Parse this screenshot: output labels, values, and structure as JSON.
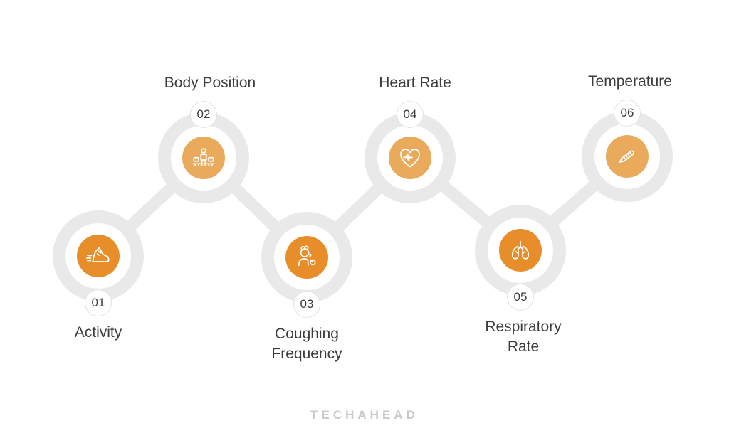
{
  "colors": {
    "background": "#FFFFFF",
    "orange_dark": "#E78E2B",
    "orange_light": "#EAAA5C",
    "ring_gray": "#E9E9E9",
    "label_text": "#3C3C3C",
    "badge_border": "#E3E3E3",
    "badge_background": "#FFFFFF",
    "icon_stroke": "#FFFFFF",
    "logo_gray": "#C9C9C9"
  },
  "items": [
    {
      "number": "01",
      "label": "Activity",
      "icon": "running-shoe-icon",
      "shade": "dark",
      "position": "bottom"
    },
    {
      "number": "02",
      "label": "Body Position",
      "icon": "body-position-icon",
      "shade": "light",
      "position": "top"
    },
    {
      "number": "03",
      "label": "Coughing Frequency",
      "icon": "coughing-person-icon",
      "shade": "dark",
      "position": "bottom"
    },
    {
      "number": "04",
      "label": "Heart Rate",
      "icon": "heart-pulse-icon",
      "shade": "light",
      "position": "top"
    },
    {
      "number": "05",
      "label": "Respiratory Rate",
      "icon": "lungs-icon",
      "shade": "dark",
      "position": "bottom"
    },
    {
      "number": "06",
      "label": "Temperature",
      "icon": "thermometer-icon",
      "shade": "light",
      "position": "top"
    }
  ],
  "footer": {
    "logo_text": "TECHAHEAD"
  }
}
